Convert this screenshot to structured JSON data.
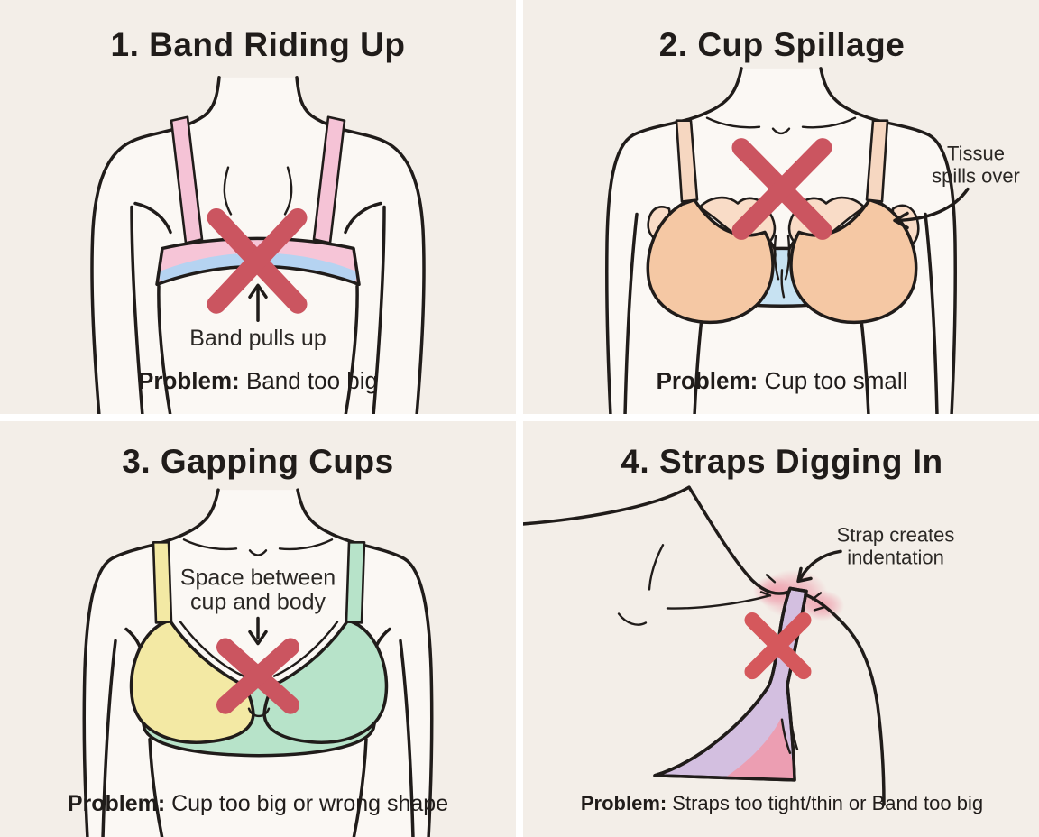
{
  "page": {
    "background": "#ffffff",
    "panel_background": "#f3eee8"
  },
  "colors": {
    "outline": "#201c1a",
    "text": "#2b2825",
    "x_mark": "#cb5560",
    "x_mark_bright": "#d5585c",
    "pink_band": "#f6c5d7",
    "pink_strap": "#f5c3d6",
    "blue_underband": "#b5d3f1",
    "peach_cup": "#f5c8a4",
    "peach_spill": "#f9dcc7",
    "peach_strap": "#f6d7c1",
    "blue_band": "#c7e2f2",
    "yellow_cup": "#f3e9a4",
    "green_cup": "#b7e3c9",
    "lavender_strap": "#d3bfe0",
    "pink_accent": "#ec9eb2",
    "glow_pink": "#ef9fad",
    "body_fill": "#fbf8f4"
  },
  "panels": [
    {
      "title": "1. Band Riding Up",
      "annotation": "Band pulls up",
      "problem_label": "Problem:",
      "problem_text": " Band too big"
    },
    {
      "title": "2. Cup Spillage",
      "annotation_line1": "Tissue",
      "annotation_line2": "spills over",
      "problem_label": "Problem:",
      "problem_text": " Cup too small"
    },
    {
      "title": "3. Gapping Cups",
      "annotation_line1": "Space between",
      "annotation_line2": "cup and body",
      "problem_label": "Problem:",
      "problem_text": " Cup too big or wrong shape"
    },
    {
      "title": "4. Straps Digging In",
      "annotation_line1": "Strap creates",
      "annotation_line2": "indentation",
      "problem_label": "Problem:",
      "problem_text": " Straps too tight/thin or Band too big"
    }
  ]
}
